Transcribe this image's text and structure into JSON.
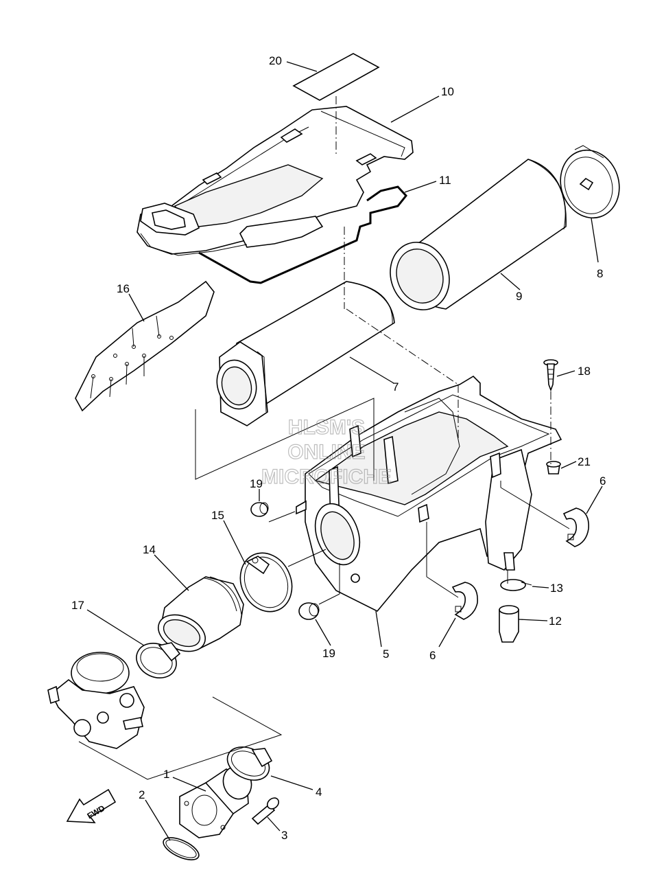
{
  "watermark": {
    "line1": "HLSM'S",
    "line2": "ONLINE",
    "line3": "MICROFICHE"
  },
  "direction_arrow": {
    "label": "FWD"
  },
  "part_numbers": {
    "p1": "1",
    "p2": "2",
    "p3": "3",
    "p4": "4",
    "p5": "5",
    "p6a": "6",
    "p6b": "6",
    "p7": "7",
    "p8": "8",
    "p9": "9",
    "p10": "10",
    "p11": "11",
    "p12": "12",
    "p13": "13",
    "p14": "14",
    "p15": "15",
    "p16": "16",
    "p17": "17",
    "p18": "18",
    "p19a": "19",
    "p19b": "19",
    "p20": "20",
    "p21": "21"
  }
}
